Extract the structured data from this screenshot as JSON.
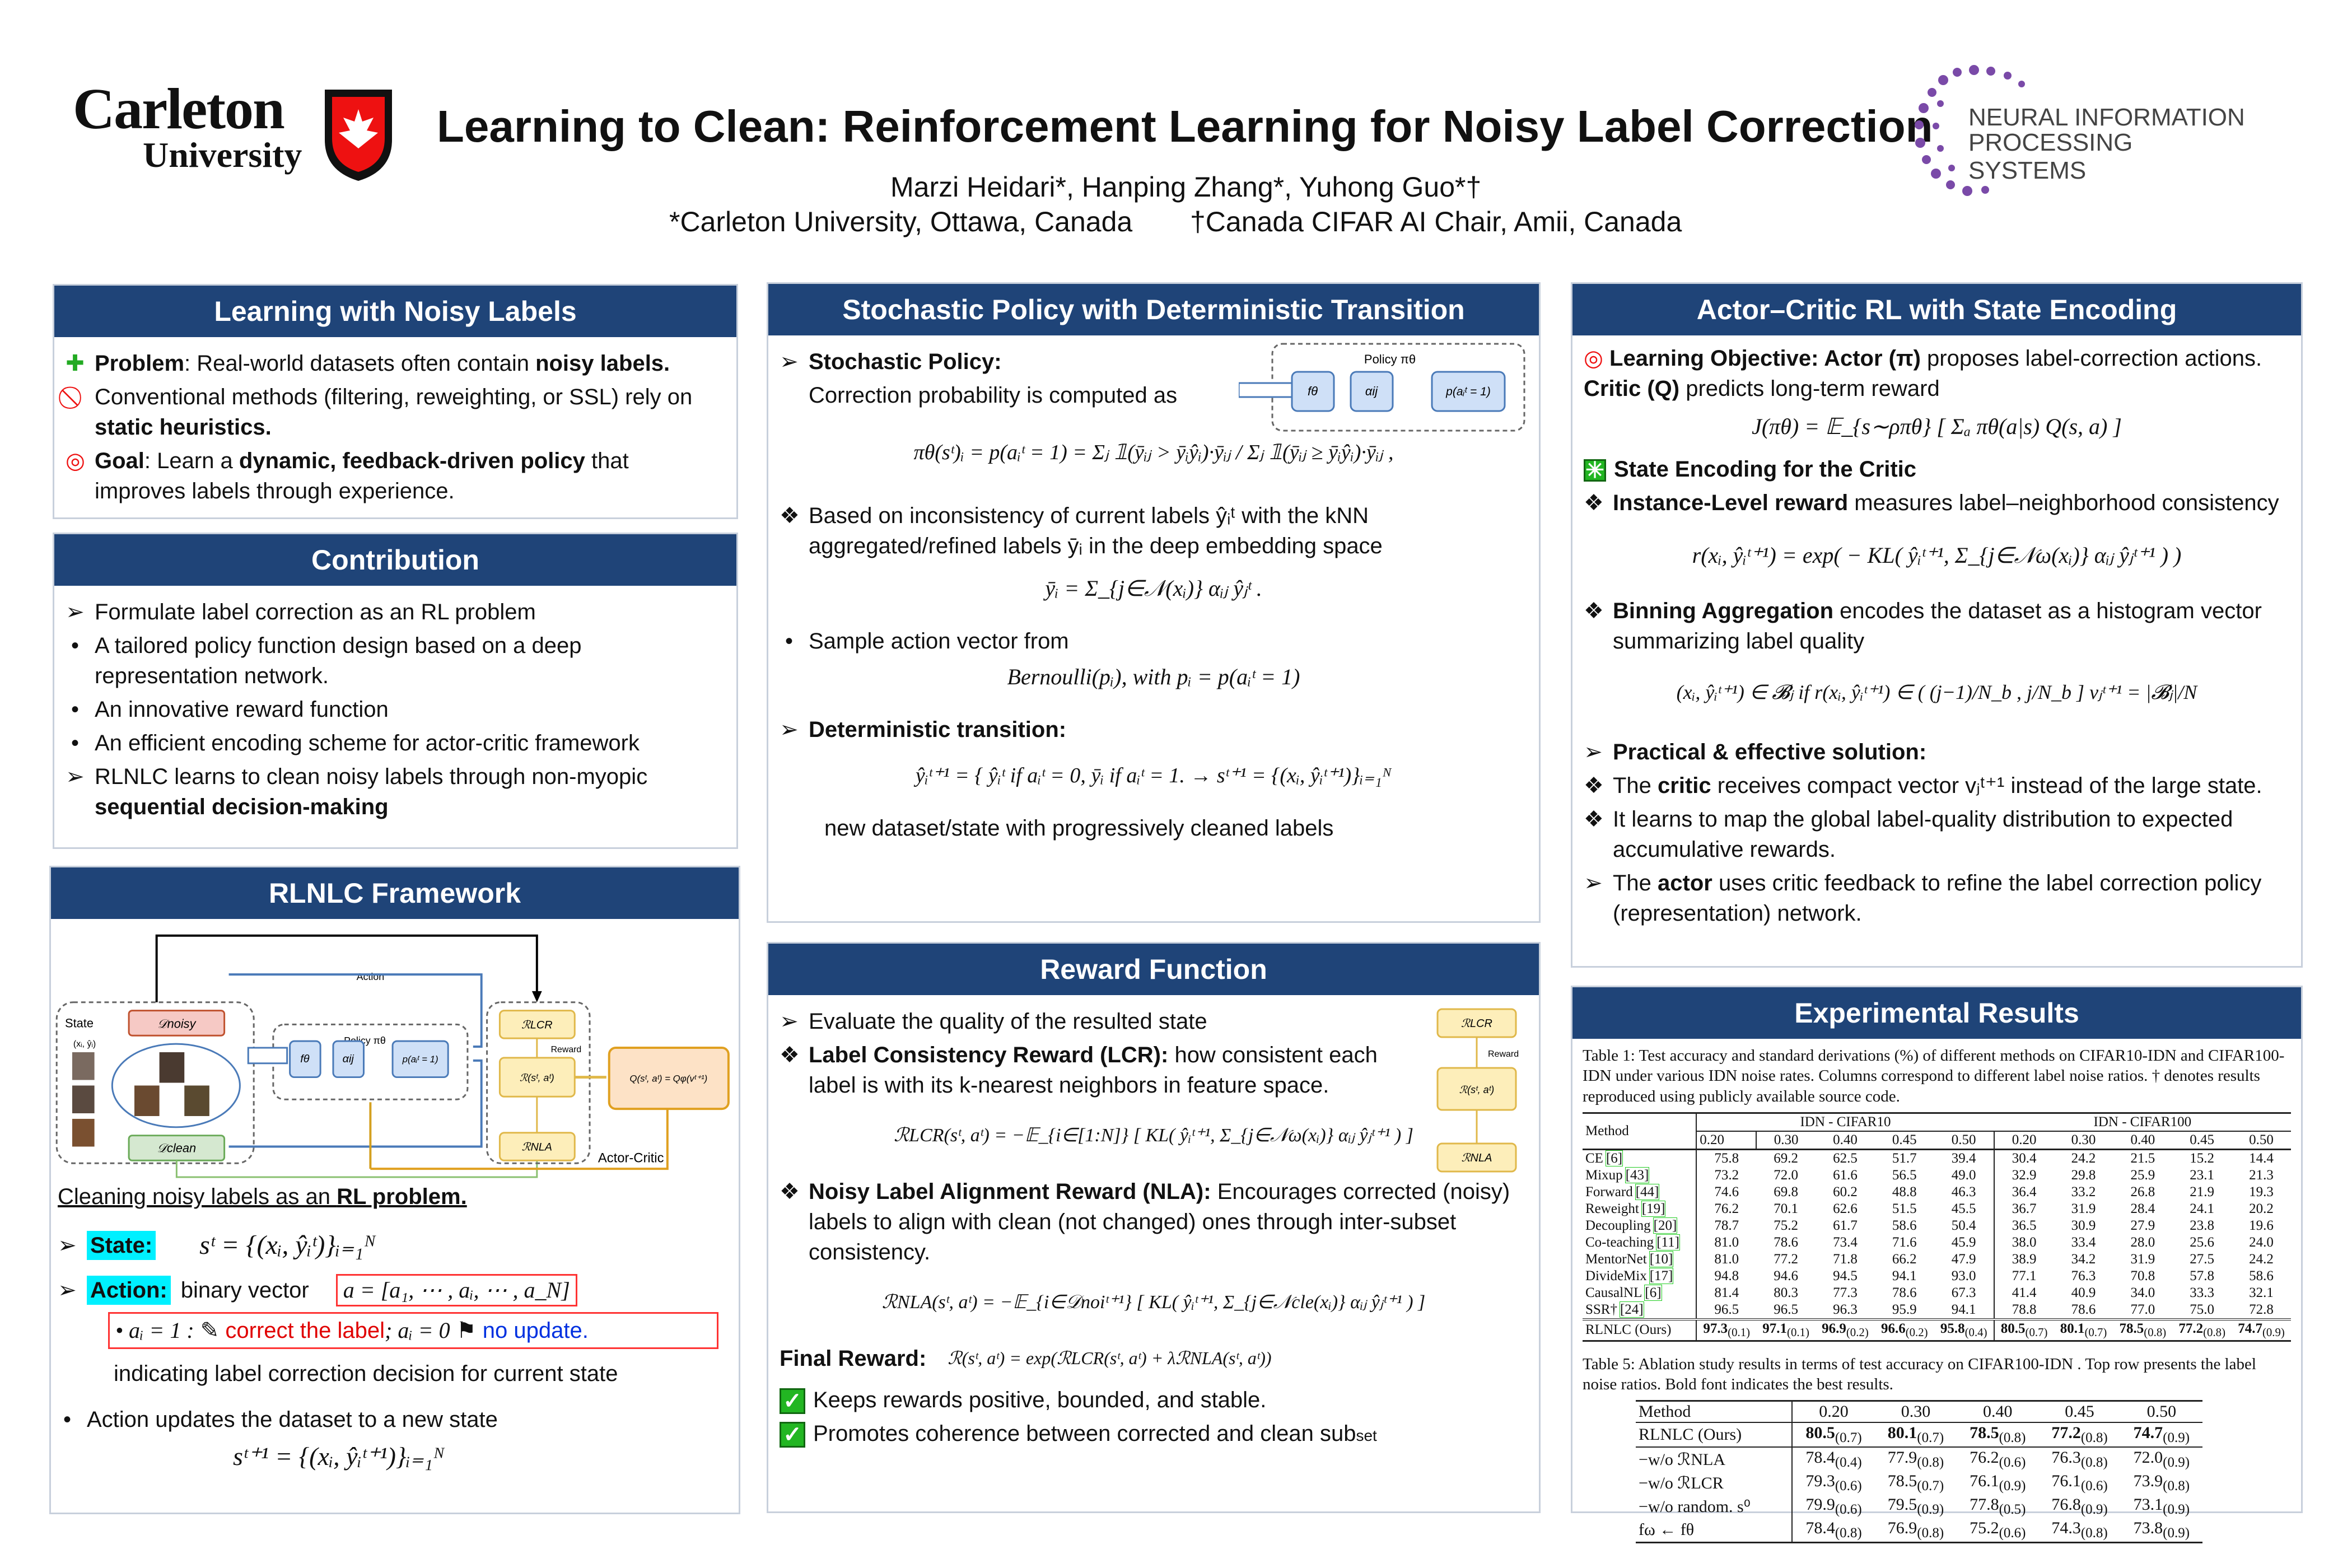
{
  "header": {
    "logo_left_line1": "Carleton",
    "logo_left_line2": "University",
    "title": "Learning to Clean: Reinforcement Learning for Noisy Label Correction",
    "authors": "Marzi Heidari*, Hanping Zhang*, Yuhong Guo*†",
    "affil1": "*Carleton University, Ottawa, Canada",
    "affil2": "†Canada CIFAR AI Chair, Amii, Canada",
    "logo_right_line1": "NEURAL INFORMATION",
    "logo_right_line2": "PROCESSING SYSTEMS"
  },
  "noisy": {
    "title": "Learning with Noisy Labels",
    "p1_b": "Problem",
    "p1": ": Real-world datasets often contain ",
    "p1_b2": "noisy labels.",
    "p2": "Conventional methods (filtering, reweighting, or SSL) rely on ",
    "p2_b": "static heuristics.",
    "p3_b": "Goal",
    "p3": ": Learn a ",
    "p3_b2": "dynamic, feedback-driven policy",
    "p3_end": " that improves labels through experience."
  },
  "contrib": {
    "title": "Contribution",
    "items": [
      "Formulate label correction as an RL problem",
      "A tailored policy function design based on a deep representation network.",
      "An innovative reward function",
      "An efficient encoding scheme for actor-critic framework",
      "RLNLC learns to clean noisy labels through non-myopic"
    ],
    "item5_b": "sequential decision-making"
  },
  "framework": {
    "title": "RLNLC Framework",
    "state": "State",
    "dnoisy": "𝒟noisy",
    "dclean": "𝒟clean",
    "xy": "(xᵢ, ŷᵢ)",
    "action": "Action",
    "policy": "Policy πθ",
    "f": "fθ",
    "alpha": "αij",
    "p": "p(aᵢᵗ = 1)",
    "rlcr": "ℛLCR",
    "rnla": "ℛNLA",
    "reward": "Reward",
    "rsa": "ℛ(sᵗ, aᵗ)",
    "q": "Q(sᵗ, aᵗ) = Qφ(vᵗ⁺¹)",
    "ac": "Actor-Critic",
    "rl_heading": "Cleaning noisy labels as an ",
    "rl_heading_b": "RL problem.",
    "state_label": "State:",
    "state_eq": "sᵗ = {(xᵢ, ŷᵢᵗ)}ᵢ₌₁ᴺ",
    "action_label": "Action:",
    "action_text": "binary vector",
    "action_eq": "a = [a₁, ⋯ , aᵢ, ⋯ , a_N]",
    "ai1": "• aᵢ = 1 :",
    "correct": "correct the label",
    "ai0": "; aᵢ = 0",
    "noupdate": "no update.",
    "indicating": "indicating label correction decision for current state",
    "updates": "Action updates the dataset to a new state",
    "next_eq": "sᵗ⁺¹ = {(xᵢ, ŷᵢᵗ⁺¹)}ᵢ₌₁ᴺ"
  },
  "policy": {
    "title": "Stochastic Policy with Deterministic Transition",
    "sp": "Stochastic Policy:",
    "sp_text": "Correction probability is computed as",
    "eq1": "πθ(sᵗ)ᵢ = p(aᵢᵗ = 1) = Σⱼ 𝟙(ȳᵢⱼ > ȳᵢŷᵢ)·ȳᵢⱼ / Σⱼ 𝟙(ȳᵢⱼ ≥ ȳᵢŷᵢ)·ȳᵢⱼ ,",
    "based": "Based on inconsistency of current labels ŷᵢᵗ with the kNN aggregated/refined labels ȳᵢ in the deep embedding space",
    "eq2": "ȳᵢ = Σ_{j∈𝒩(xᵢ)} αᵢⱼ ŷⱼᵗ .",
    "sample": "Sample action vector  from",
    "eq3": "Bernoulli(pᵢ), with pᵢ = p(aᵢᵗ = 1)",
    "dt": "Deterministic transition:",
    "eq4": "ŷᵢᵗ⁺¹ = { ŷᵢᵗ if aᵢᵗ = 0,  ȳᵢ if aᵢᵗ = 1.   →   sᵗ⁺¹ = {(xᵢ, ŷᵢᵗ⁺¹)}ᵢ₌₁ᴺ",
    "newds": "new dataset/state with progressively cleaned labels"
  },
  "reward": {
    "title": "Reward Function",
    "eval": "Evaluate the quality of the resulted state",
    "lcr_b": "Label Consistency Reward (LCR):",
    "lcr": " how consistent each label is with its k-nearest neighbors in feature space.",
    "eq_lcr": "ℛLCR(sᵗ, aᵗ) = −𝔼_{i∈[1:N]} [ KL( ŷᵢᵗ⁺¹, Σ_{j∈𝒩ω(xᵢ)} αᵢⱼ ŷⱼᵗ⁺¹ ) ]",
    "nla_b": "Noisy Label Alignment Reward (NLA):",
    "nla": " Encourages corrected (noisy) labels to align with clean (not changed) ones through inter-subset consistency.",
    "eq_nla": "ℛNLA(sᵗ, aᵗ) = −𝔼_{i∈𝒟noiᵗ⁺¹} [ KL( ŷᵢᵗ⁺¹, Σ_{j∈𝒩cle(xᵢ)} αᵢⱼ ŷⱼᵗ⁺¹ ) ]",
    "final_b": "Final Reward:",
    "eq_final": "ℛ(sᵗ, aᵗ) = exp(ℛLCR(sᵗ, aᵗ) + λℛNLA(sᵗ, aᵗ))",
    "c1": "Keeps rewards positive, bounded, and stable.",
    "c2": "Promotes coherence between corrected and clean sub",
    "c2_small": "set",
    "mini_lcr": "ℛLCR",
    "mini_reward": "Reward",
    "mini_rsa": "ℛ(sᵗ, aᵗ)",
    "mini_nla": "ℛNLA"
  },
  "actor": {
    "title": "Actor–Critic RL with State Encoding",
    "lo_b": "Learning Objective: Actor (π)",
    "lo": " proposes label-correction actions.",
    "critic_b": "Critic (Q)",
    "critic": " predicts long-term reward",
    "eq_j": "J(πθ) = 𝔼_{s∼ρπθ} [ Σₐ πθ(a|s) Q(s, a) ]",
    "se": "State Encoding for the Critic",
    "il_b": "Instance-Level reward",
    "il": " measures label–neighborhood consistency",
    "eq_r": "r(xᵢ, ŷᵢᵗ⁺¹) = exp( − KL( ŷᵢᵗ⁺¹, Σ_{j∈𝒩ω(xᵢ)} αᵢⱼ ŷⱼᵗ⁺¹ ) )",
    "bin_b": "Binning Aggregation",
    "bin": " encodes the dataset as a histogram vector summarizing label quality",
    "eq_b": "(xᵢ, ŷᵢᵗ⁺¹) ∈ 𝓑ⱼ  if  r(xᵢ, ŷᵢᵗ⁺¹) ∈ ( (j−1)/N_b , j/N_b ]    vⱼᵗ⁺¹ = |𝓑ⱼ|/N",
    "prac": "Practical & effective solution:",
    "cr1": "The ",
    "cr1_b": "critic",
    "cr1_end": " receives compact vector vⱼᵗ⁺¹ instead of the large state.",
    "cr2": "It learns to map the global label-quality distribution to expected accumulative rewards.",
    "act1": "The ",
    "act1_b": "actor",
    "act1_end": " uses critic feedback to refine the label correction policy (representation) network."
  },
  "results": {
    "title": "Experimental Results",
    "t1_caption": "Table 1: Test accuracy and standard derivations (%) of different methods on CIFAR10-IDN and CIFAR100-IDN under various IDN noise rates. Columns correspond to different label noise ratios. † denotes results reproduced using publicly available source code.",
    "t1_method": "Method",
    "t1_g1": "IDN - CIFAR10",
    "t1_g2": "IDN - CIFAR100",
    "t1_cols": [
      "0.20",
      "0.30",
      "0.40",
      "0.45",
      "0.50",
      "0.20",
      "0.30",
      "0.40",
      "0.45",
      "0.50"
    ],
    "t1_rows": [
      {
        "m": "CE",
        "ref": "[6]",
        "v": [
          "75.8",
          "69.2",
          "62.5",
          "51.7",
          "39.4",
          "30.4",
          "24.2",
          "21.5",
          "15.2",
          "14.4"
        ]
      },
      {
        "m": "Mixup",
        "ref": "[43]",
        "v": [
          "73.2",
          "72.0",
          "61.6",
          "56.5",
          "49.0",
          "32.9",
          "29.8",
          "25.9",
          "23.1",
          "21.3"
        ]
      },
      {
        "m": "Forward",
        "ref": "[44]",
        "v": [
          "74.6",
          "69.8",
          "60.2",
          "48.8",
          "46.3",
          "36.4",
          "33.2",
          "26.8",
          "21.9",
          "19.3"
        ]
      },
      {
        "m": "Reweight",
        "ref": "[19]",
        "v": [
          "76.2",
          "70.1",
          "62.6",
          "51.5",
          "45.5",
          "36.7",
          "31.9",
          "28.4",
          "24.1",
          "20.2"
        ]
      },
      {
        "m": "Decoupling",
        "ref": "[20]",
        "v": [
          "78.7",
          "75.2",
          "61.7",
          "58.6",
          "50.4",
          "36.5",
          "30.9",
          "27.9",
          "23.8",
          "19.6"
        ]
      },
      {
        "m": "Co-teaching",
        "ref": "[11]",
        "v": [
          "81.0",
          "78.6",
          "73.4",
          "71.6",
          "45.9",
          "38.0",
          "33.4",
          "28.0",
          "25.6",
          "24.0"
        ]
      },
      {
        "m": "MentorNet",
        "ref": "[10]",
        "v": [
          "81.0",
          "77.2",
          "71.8",
          "66.2",
          "47.9",
          "38.9",
          "34.2",
          "31.9",
          "27.5",
          "24.2"
        ]
      },
      {
        "m": "DivideMix",
        "ref": "[17]",
        "v": [
          "94.8",
          "94.6",
          "94.5",
          "94.1",
          "93.0",
          "77.1",
          "76.3",
          "70.8",
          "57.8",
          "58.6"
        ]
      },
      {
        "m": "CausalNL",
        "ref": "[6]",
        "v": [
          "81.4",
          "80.3",
          "77.3",
          "78.6",
          "67.3",
          "41.4",
          "40.9",
          "34.0",
          "33.3",
          "32.1"
        ]
      },
      {
        "m": "SSR†",
        "ref": "[24]",
        "v": [
          "96.5",
          "96.5",
          "96.3",
          "95.9",
          "94.1",
          "78.8",
          "78.6",
          "77.0",
          "75.0",
          "72.8"
        ]
      }
    ],
    "t1_ours": {
      "m": "RLNLC (Ours)",
      "v": [
        "97.3",
        "97.1",
        "96.9",
        "96.6",
        "95.8",
        "80.5",
        "80.1",
        "78.5",
        "77.2",
        "74.7"
      ],
      "s": [
        "(0.1)",
        "(0.1)",
        "(0.2)",
        "(0.2)",
        "(0.4)",
        "(0.7)",
        "(0.7)",
        "(0.8)",
        "(0.8)",
        "(0.9)"
      ]
    },
    "t5_caption": "Table 5: Ablation study results in terms of test accuracy on CIFAR100-IDN . Top row presents the label noise ratios. Bold font indicates the best results.",
    "t5_method": "Method",
    "t5_cols": [
      "0.20",
      "0.30",
      "0.40",
      "0.45",
      "0.50"
    ],
    "t5_ours": {
      "m": "RLNLC (Ours)",
      "v": [
        "80.5",
        "80.1",
        "78.5",
        "77.2",
        "74.7"
      ],
      "s": [
        "(0.7)",
        "(0.7)",
        "(0.8)",
        "(0.8)",
        "(0.9)"
      ]
    },
    "t5_rows": [
      {
        "m": "−w/o ℛNLA",
        "v": [
          "78.4",
          "77.9",
          "76.2",
          "76.3",
          "72.0"
        ],
        "s": [
          "(0.4)",
          "(0.8)",
          "(0.6)",
          "(0.8)",
          "(0.9)"
        ]
      },
      {
        "m": "−w/o ℛLCR",
        "v": [
          "79.3",
          "78.5",
          "76.1",
          "76.1",
          "73.9"
        ],
        "s": [
          "(0.6)",
          "(0.7)",
          "(0.9)",
          "(0.6)",
          "(0.8)"
        ]
      },
      {
        "m": "−w/o random. s⁰",
        "v": [
          "79.9",
          "79.5",
          "77.8",
          "76.8",
          "73.1"
        ],
        "s": [
          "(0.6)",
          "(0.9)",
          "(0.5)",
          "(0.9)",
          "(0.9)"
        ]
      },
      {
        "m": "fω ← fθ",
        "v": [
          "78.4",
          "76.9",
          "75.2",
          "74.3",
          "73.8"
        ],
        "s": [
          "(0.8)",
          "(0.8)",
          "(0.6)",
          "(0.8)",
          "(0.9)"
        ]
      }
    ]
  },
  "colors": {
    "header_blue": "#1f4478",
    "cyan": "#00f0ff",
    "red": "#e00000",
    "blue": "#0030e0",
    "green": "#22b622"
  }
}
